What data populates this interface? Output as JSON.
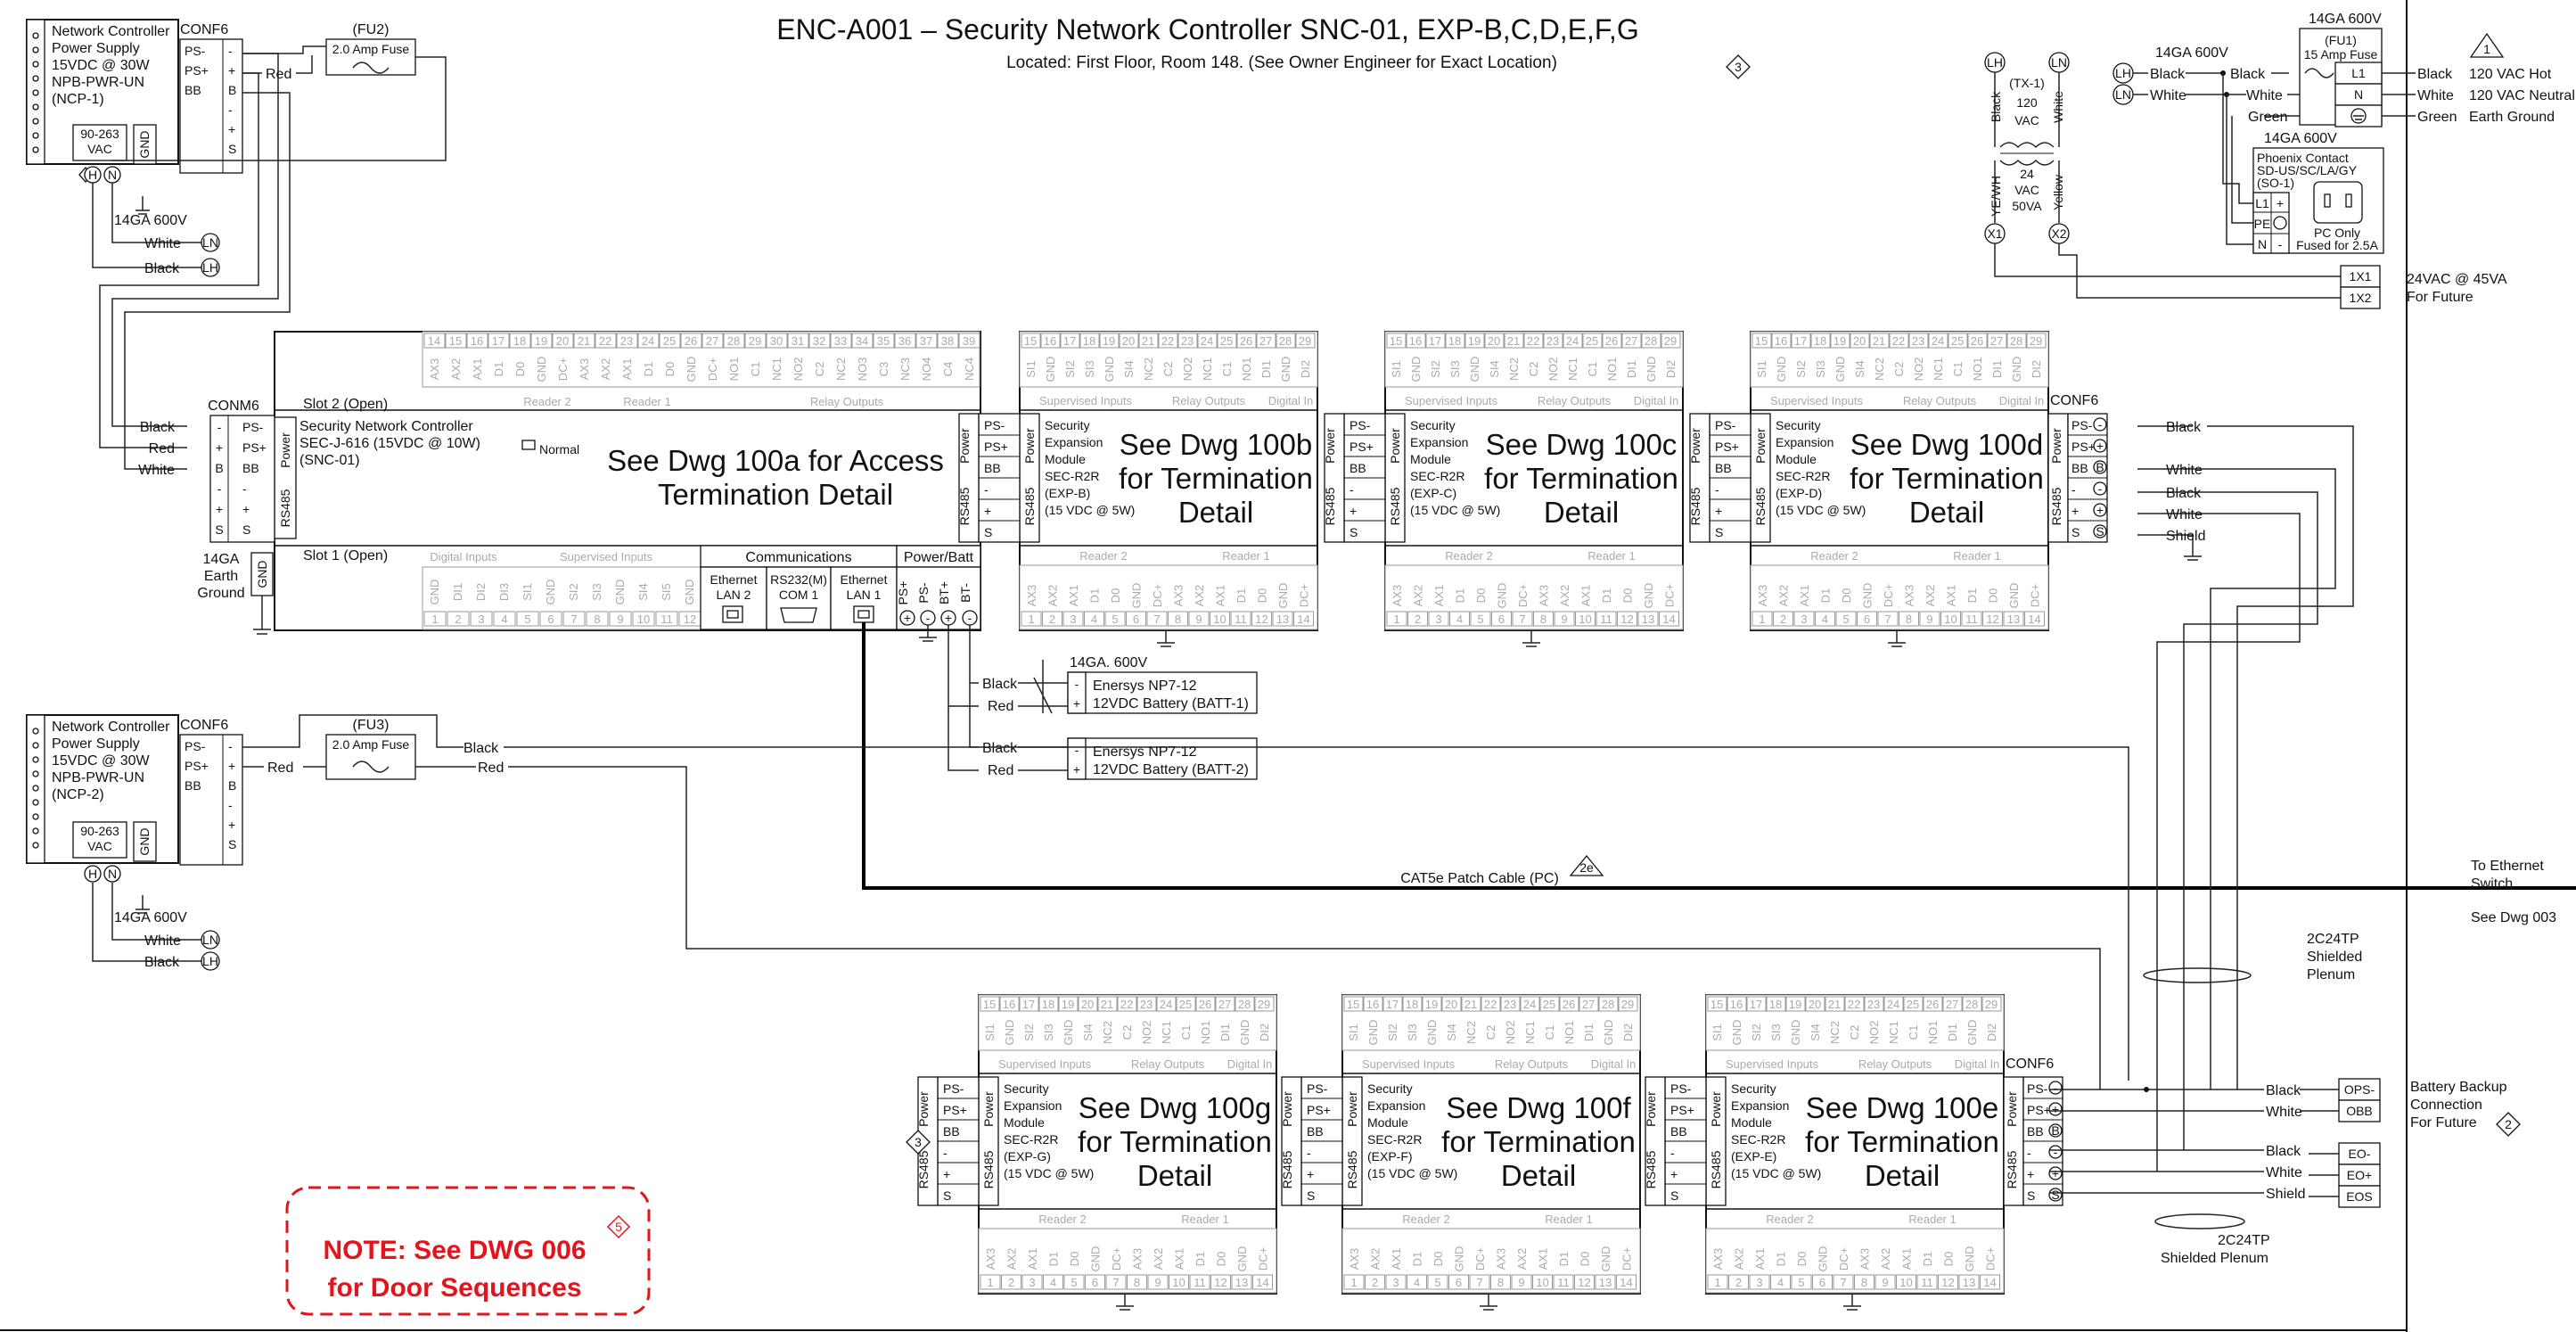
{
  "title": "ENC-A001 – Security Network Controller SNC-01, EXP-B,C,D,E,F,G",
  "subtitle": "Located: First Floor, Room 148. (See Owner Engineer for Exact Location)",
  "rev3": "3",
  "rev2": "2",
  "rev5": "5",
  "rev1": "1",
  "note_line1": "NOTE: See DWG 006",
  "note_line2": "for Door Sequences",
  "ncp1": {
    "lines": [
      "Network Controller",
      "Power Supply",
      "15VDC @ 30W",
      "NPB-PWR-UN",
      "(NCP-1)"
    ],
    "conf": "CONF6",
    "vac": [
      "90-263",
      "VAC"
    ],
    "gnd": "GND"
  },
  "ncp2": {
    "lines": [
      "Network Controller",
      "Power Supply",
      "15VDC @ 30W",
      "NPB-PWR-UN",
      "(NCP-2)"
    ],
    "conf": "CONF6",
    "vac": [
      "90-263",
      "VAC"
    ],
    "gnd": "GND"
  },
  "fuse2": {
    "name": "(FU2)",
    "rating": "2.0 Amp Fuse"
  },
  "fuse3": {
    "name": "(FU3)",
    "rating": "2.0 Amp Fuse"
  },
  "fuse1": {
    "name": "(FU1)",
    "rating": "15 Amp Fuse"
  },
  "wire14": "14GA 600V",
  "wire14b": "14GA. 600V",
  "colors": {
    "black": "Black",
    "white": "White",
    "red": "Red",
    "green": "Green",
    "shield": "Shield",
    "yellow": "Yellow",
    "yewh": "YE/WH"
  },
  "snc": {
    "conn": "CONM6",
    "slot2": "Slot 2 (Open)",
    "slot1": "Slot 1 (Open)",
    "name": "Security Network Controller",
    "model": "SEC-J-616 (15VDC @ 10W)",
    "tag": "(SNC-01)",
    "led": "Normal",
    "see": [
      "See Dwg 100a for Access",
      "Termination Detail"
    ],
    "earth": [
      "14GA",
      "Earth",
      "Ground"
    ],
    "reader2": "Reader 2",
    "reader1": "Reader 1",
    "relay": "Relay Outputs",
    "digital": "Digital Inputs",
    "supervised": "Supervised Inputs",
    "comms": "Communications",
    "powerbatt": "Power/Batt",
    "lan2": [
      "Ethernet",
      "LAN 2"
    ],
    "com1": [
      "RS232(M)",
      "COM 1"
    ],
    "lan1": [
      "Ethernet",
      "LAN 1"
    ]
  },
  "exp": {
    "b": {
      "tag": "(EXP-B)",
      "see": [
        "See Dwg 100b",
        "for Termination",
        "Detail"
      ]
    },
    "c": {
      "tag": "(EXP-C)",
      "see": [
        "See Dwg 100c",
        "for Termination",
        "Detail"
      ]
    },
    "d": {
      "tag": "(EXP-D)",
      "see": [
        "See Dwg 100d",
        "for Termination",
        "Detail"
      ]
    },
    "e": {
      "tag": "(EXP-E)",
      "see": [
        "See Dwg 100e",
        "for Termination",
        "Detail"
      ]
    },
    "f": {
      "tag": "(EXP-F)",
      "see": [
        "See Dwg 100f",
        "for Termination",
        "Detail"
      ]
    },
    "g": {
      "tag": "(EXP-G)",
      "see": [
        "See Dwg 100g",
        "for Termination",
        "Detail"
      ]
    }
  },
  "exp_common": {
    "lines": [
      "Security",
      "Expansion",
      "Module",
      "SEC-R2R"
    ],
    "power": "(15 VDC @ 5W)",
    "ps_minus": "PS-",
    "ps_plus": "PS+",
    "bb": "BB",
    "minus": "-",
    "plus": "+",
    "s": "S",
    "powerlbl": "Power",
    "rs485": "RS485",
    "supervised": "Supervised Inputs",
    "relay": "Relay Outputs",
    "digital": "Digital In",
    "reader2": "Reader 2",
    "reader1": "Reader 1",
    "conf": "CONF6"
  },
  "battery1": [
    "Enersys NP7-12",
    "12VDC Battery (BATT-1)"
  ],
  "battery2": [
    "Enersys NP7-12",
    "12VDC Battery (BATT-2)"
  ],
  "cat5": "CAT5e Patch Cable (PC)",
  "rev2e": "2e",
  "ethernet_to": [
    "To Ethernet",
    "Switch",
    "See Dwg 003"
  ],
  "cable_2c": [
    "2C24TP",
    "Shielded",
    "Plenum"
  ],
  "cable_2c_b": [
    "2C24TP",
    "Shielded Plenum"
  ],
  "battery_backup": [
    "Battery Backup",
    "Connection",
    "For Future"
  ],
  "ops_terms": [
    "OPS-",
    "OBB"
  ],
  "eo_terms": [
    "EO-",
    "EO+",
    "EOS"
  ],
  "xfmr": {
    "name": "(TX-1)",
    "primary": [
      "120",
      "VAC"
    ],
    "secondary": [
      "24",
      "VAC",
      "50VA"
    ],
    "x1": "X1",
    "x2": "X2",
    "lh": "LH",
    "ln": "LN"
  },
  "vac24": [
    "24VAC @ 45VA",
    "For Future"
  ],
  "term_1x": [
    "1X1",
    "1X2"
  ],
  "fuse1_terms": [
    "L1",
    "N"
  ],
  "hot": [
    "120 VAC Hot",
    "120 VAC Neutral",
    "Earth Ground"
  ],
  "receptacle": [
    "Phoenix Contact",
    "SD-US/SC/LA/GY",
    "(SO-1)",
    "PC Only",
    "Fused for 2.5A"
  ],
  "rcpt_terms": [
    "L1",
    "+",
    "PE",
    "N",
    "-"
  ],
  "top_terms": [
    "14",
    "15",
    "16",
    "17",
    "18",
    "19",
    "20",
    "21",
    "22",
    "23",
    "24",
    "25",
    "26",
    "27",
    "28",
    "29",
    "30",
    "31",
    "32",
    "33",
    "34",
    "35",
    "36",
    "37",
    "38",
    "39"
  ],
  "exp_terms_top": [
    "15",
    "16",
    "17",
    "18",
    "19",
    "20",
    "21",
    "22",
    "23",
    "24",
    "25",
    "26",
    "27",
    "28",
    "29"
  ],
  "exp_terms_bot": [
    "1",
    "2",
    "3",
    "4",
    "5",
    "6",
    "7",
    "8",
    "9",
    "10",
    "11",
    "12",
    "13",
    "14"
  ],
  "snc_top_names": [
    "AX3",
    "AX2",
    "AX1",
    "D1",
    "D0",
    "GND",
    "DC+",
    "AX3",
    "AX2",
    "AX1",
    "D1",
    "D0",
    "GND",
    "DC+",
    "NO1",
    "C1",
    "NC1",
    "NO2",
    "C2",
    "NC2",
    "NO3",
    "C3",
    "NC3",
    "NO4",
    "C4",
    "NC4"
  ],
  "snc_bot_names": [
    "GND",
    "DI1",
    "DI2",
    "DI3",
    "SI1",
    "GND",
    "SI2",
    "SI3",
    "GND",
    "SI4",
    "SI5",
    "GND"
  ],
  "exp_top_names": [
    "SI1",
    "GND",
    "SI2",
    "SI3",
    "GND",
    "SI4",
    "NC2",
    "C2",
    "NO2",
    "NC1",
    "C1",
    "NO1",
    "DI1",
    "GND",
    "DI2"
  ],
  "exp_bot_names": [
    "AX3",
    "AX2",
    "AX1",
    "D1",
    "D0",
    "GND",
    "DC+",
    "AX3",
    "AX2",
    "AX1",
    "D1",
    "D0",
    "GND",
    "DC+"
  ]
}
